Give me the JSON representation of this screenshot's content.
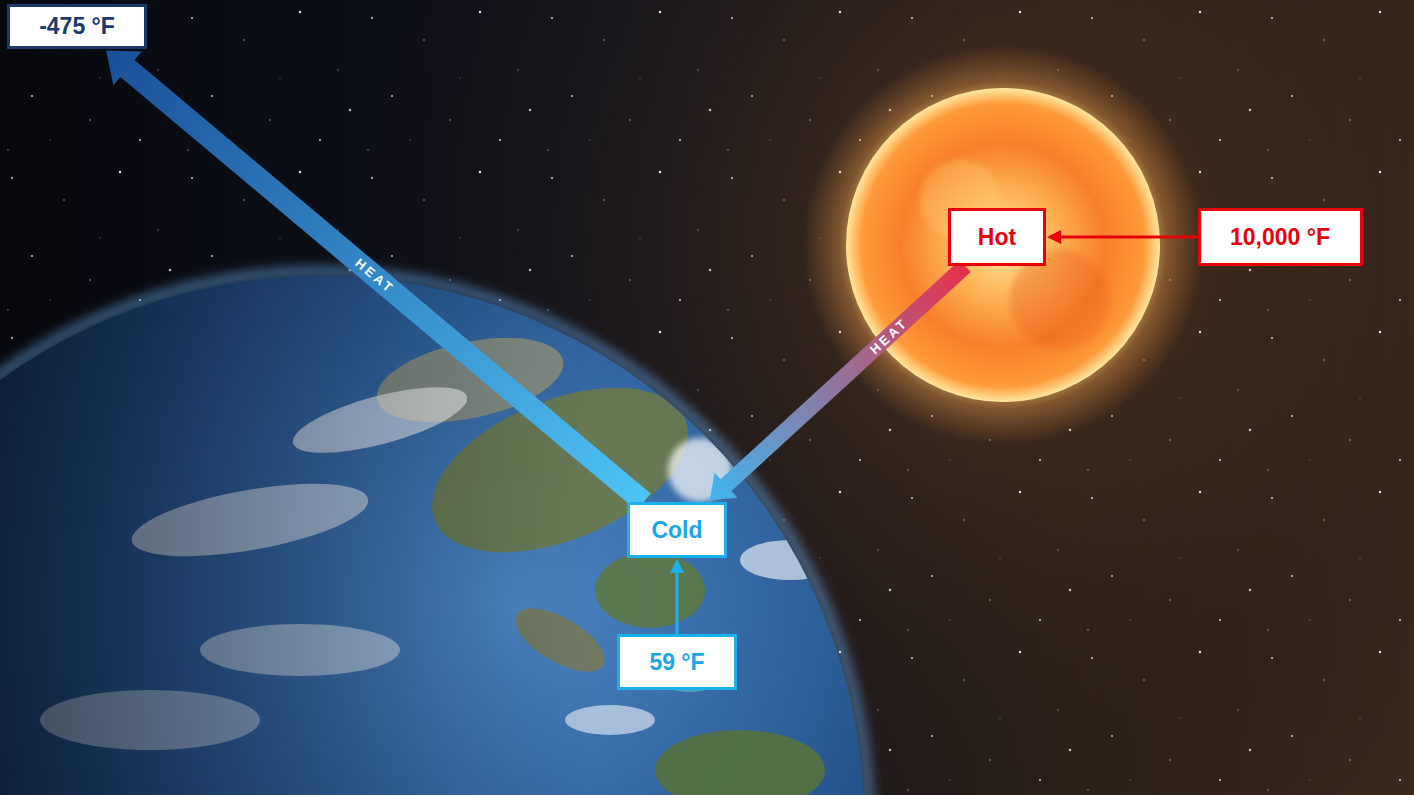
{
  "diagram": {
    "nodes": [
      {
        "text": [
          "-475 °F"
        ]
      },
      {
        "text": [
          "Hot"
        ]
      },
      {
        "text": [
          "10,000 °F"
        ]
      },
      {
        "text": [
          "Cold"
        ]
      },
      {
        "text": [
          "59 °F"
        ]
      }
    ],
    "edges": [
      {
        "from": 2,
        "to": 1,
        "arrow": "to"
      },
      {
        "from": 1,
        "to": 3,
        "arrow": "to",
        "label": "HEAT"
      },
      {
        "from": 3,
        "to": 0,
        "arrow": "to",
        "label": "HEAT"
      },
      {
        "from": 4,
        "to": 3,
        "arrow": "to"
      }
    ]
  }
}
